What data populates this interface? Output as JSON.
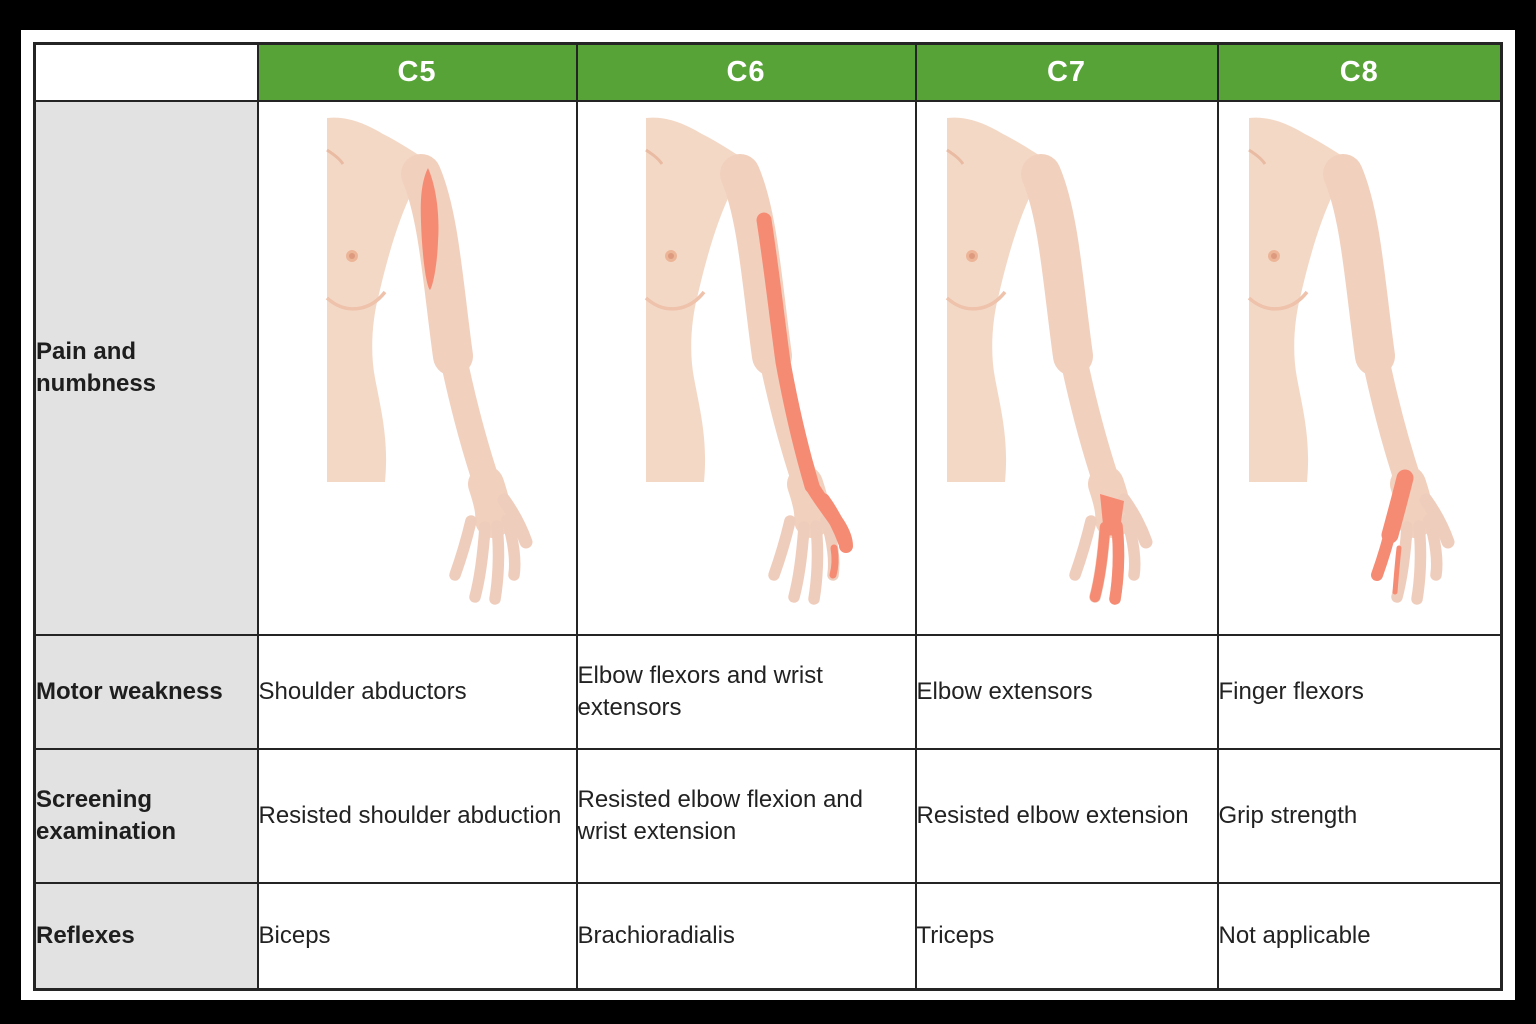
{
  "colors": {
    "header_green": "#58a338",
    "highlight_salmon": "#f68b74",
    "skin_torso": "#f4d8c6",
    "skin_arm": "#f1d0be",
    "row_label_bg": "#e2e2e2",
    "border": "#242424",
    "frame": "#000000",
    "page": "#ffffff"
  },
  "table": {
    "row_labels": [
      "Pain and numbness",
      "Motor weakness",
      "Screening examination",
      "Reflexes"
    ],
    "columns": [
      {
        "header": "C5",
        "pain_illustration": "arm-dermatome-lateral-upper-arm",
        "motor": "Shoulder abductors",
        "screening": "Resisted shoulder abduction",
        "reflex": "Biceps"
      },
      {
        "header": "C6",
        "pain_illustration": "arm-dermatome-radial-forearm-and-thumb",
        "motor": "Elbow flexors and wrist extensors",
        "screening": "Resisted elbow flexion and wrist extension",
        "reflex": "Brachioradialis"
      },
      {
        "header": "C7",
        "pain_illustration": "arm-dermatome-dorsal-hand-middle-finger",
        "motor": "Elbow extensors",
        "screening": "Resisted elbow extension",
        "reflex": "Triceps"
      },
      {
        "header": "C8",
        "pain_illustration": "arm-dermatome-ulnar-hand-little-finger",
        "motor": "Finger flexors",
        "screening": "Grip strength",
        "reflex": "Not applicable"
      }
    ]
  }
}
